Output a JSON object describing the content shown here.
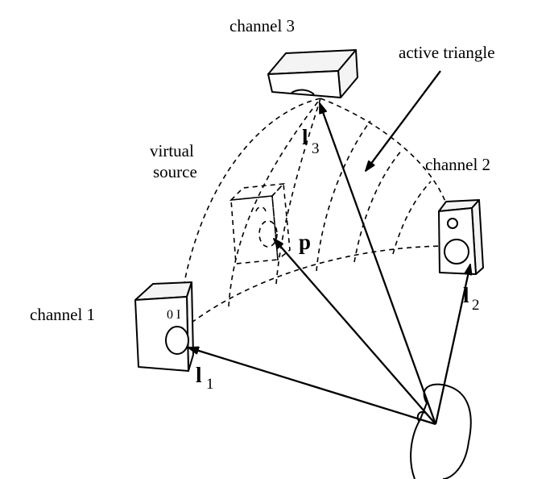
{
  "labels": {
    "channel_1": "channel 1",
    "channel_2": "channel 2",
    "channel_3": "channel 3",
    "active_triangle": "active triangle",
    "virtual_source_line1": "virtual",
    "virtual_source_line2": "source",
    "vector_p": "p",
    "vector_l1": "l",
    "vector_l1_sub": "1",
    "vector_l2": "l",
    "vector_l2_sub": "2",
    "vector_l3": "l",
    "vector_l3_sub": "3"
  },
  "icons": [
    "speaker-channel-1",
    "speaker-channel-2",
    "speaker-channel-3",
    "virtual-speaker",
    "listener-head"
  ]
}
